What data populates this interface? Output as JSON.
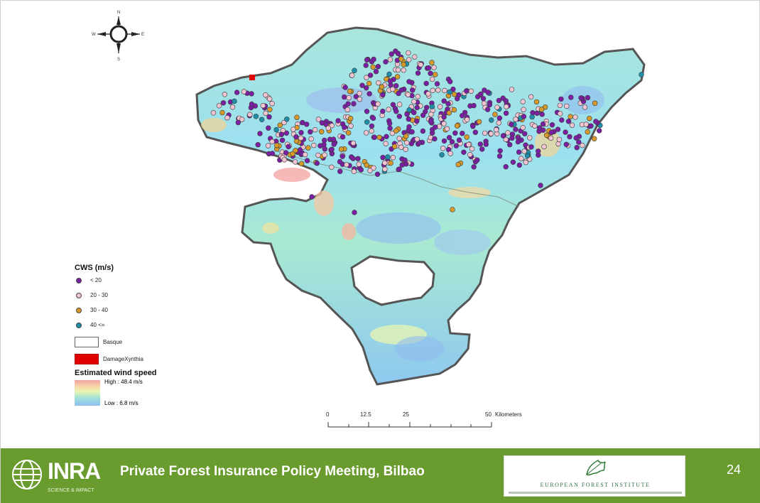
{
  "compass": {
    "n": "N",
    "s": "S",
    "e": "E",
    "w": "W"
  },
  "legend": {
    "cws_title": "CWS (m/s)",
    "cws_classes": [
      {
        "label": "< 20",
        "color": "#7a1fa2"
      },
      {
        "label": "20 - 30",
        "color": "#f3c4d2"
      },
      {
        "label": "30 - 40",
        "color": "#d79a2a"
      },
      {
        "label": "40 <=",
        "color": "#1e8fa8"
      }
    ],
    "basque_label": "Basque",
    "damage_label": "DamageXynthia",
    "damage_color": "#e00000",
    "wind_title": "Estimated wind speed",
    "wind_high": "High : 48.4 m/s",
    "wind_low": "Low : 6.8 m/s"
  },
  "scalebar": {
    "ticks": [
      "0",
      "12.5",
      "25",
      "50"
    ],
    "unit": "Kilometers"
  },
  "footer": {
    "inra_name": "INRA",
    "inra_tagline": "SCIENCE & IMPACT",
    "meeting_title": "Private Forest Insurance Policy Meeting, Bilbao",
    "efi_name": "EUROPEAN FOREST INSTITUTE",
    "page_number": "24",
    "bg_color": "#6a9b2f"
  },
  "map_colors": {
    "outline": "#555555",
    "fill": "#9edfe6",
    "high": "#f2a2a0",
    "low": "#8fbdf0"
  }
}
